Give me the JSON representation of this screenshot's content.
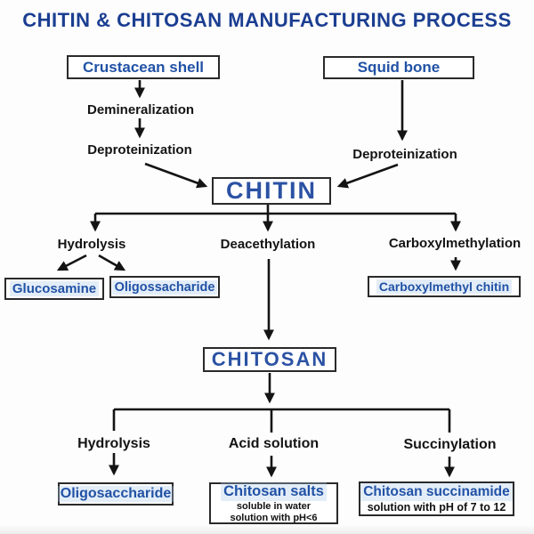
{
  "diagram": {
    "title": "CHITIN & CHITOSAN MANUFACTURING PROCESS",
    "colors": {
      "title_blue": "#1b3e91",
      "node_text_blue": "#2152a5",
      "line_black": "#141414",
      "background": "#fdfdfd"
    },
    "source_boxes": {
      "crustacean": "Crustacean shell",
      "squid": "Squid bone"
    },
    "process_labels": {
      "demineralization": "Demineralization",
      "deproteinization_left": "Deproteinization",
      "deproteinization_right": "Deproteinization",
      "hydrolysis_top": "Hydrolysis",
      "deacethylation": "Deacethylation",
      "carboxylmethylation": "Carboxylmethylation",
      "hydrolysis_bottom": "Hydrolysis",
      "acid_solution": "Acid solution",
      "succinylation": "Succinylation"
    },
    "intermediates": {
      "chitin": "CHITIN",
      "chitosan": "CHITOSAN"
    },
    "products": {
      "glucosamine": "Glucosamine",
      "oligossacharide": "Oligossacharide",
      "carboxylmethyl_chitin": "Carboxylmethyl chitin",
      "oligosaccharide": "Oligosaccharide",
      "chitosan_salts": {
        "name": "Chitosan salts",
        "note1": "soluble in water",
        "note2": "solution with pH<6"
      },
      "chitosan_succinamide": {
        "name": "Chitosan succinamide",
        "note1": "solution with pH of 7 to 12"
      }
    }
  }
}
